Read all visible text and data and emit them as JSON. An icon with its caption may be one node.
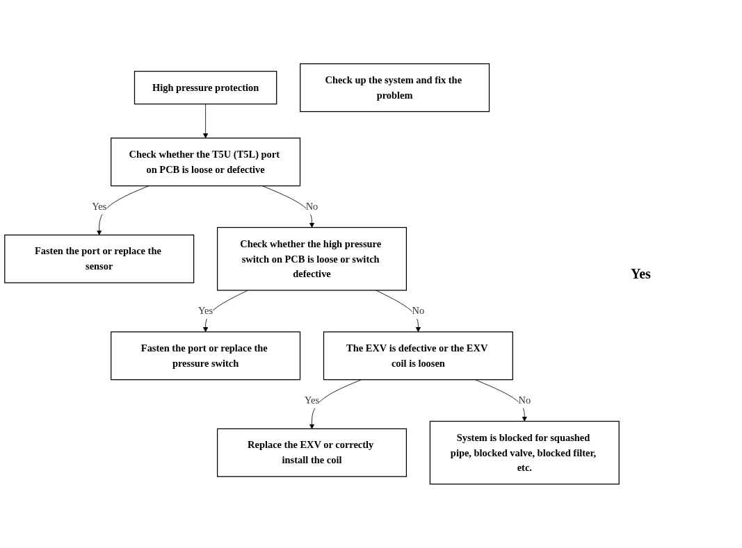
{
  "diagram": {
    "nodes": [
      {
        "text": [
          "High pressure protection"
        ]
      },
      {
        "text": [
          "Check whether the T5U (T5L) port on PCB is loose or defective"
        ]
      },
      {
        "text": [
          "Fasten the port or replace the sensor"
        ]
      },
      {
        "text": [
          "Check whether the high pressure switch on PCB is loose or switch defective"
        ]
      },
      {
        "text": [
          "Fasten the port or replace the pressure switch"
        ]
      },
      {
        "text": [
          "The EXV is defective or the EXV coil is loosen"
        ]
      },
      {
        "text": [
          "Replace the EXV or correctly install the coil"
        ]
      },
      {
        "text": [
          "System is blocked for squashed pipe, blocked valve, blocked filter, etc."
        ]
      },
      {
        "text": [
          "Check up the system and fix the problem"
        ]
      }
    ],
    "edges": [
      {
        "from": 0,
        "to": 1,
        "arrow": "to"
      },
      {
        "from": 1,
        "to": 2,
        "arrow": "to",
        "label": "Yes"
      },
      {
        "from": 1,
        "to": 3,
        "arrow": "to",
        "label": "No"
      },
      {
        "from": 3,
        "to": 4,
        "arrow": "to",
        "label": "Yes"
      },
      {
        "from": 3,
        "to": 5,
        "arrow": "to",
        "label": "No"
      },
      {
        "from": 5,
        "to": 6,
        "arrow": "to",
        "label": "Yes"
      },
      {
        "from": 5,
        "to": 7,
        "arrow": "to",
        "label": "No"
      }
    ],
    "labels": [
      "Yes"
    ]
  }
}
